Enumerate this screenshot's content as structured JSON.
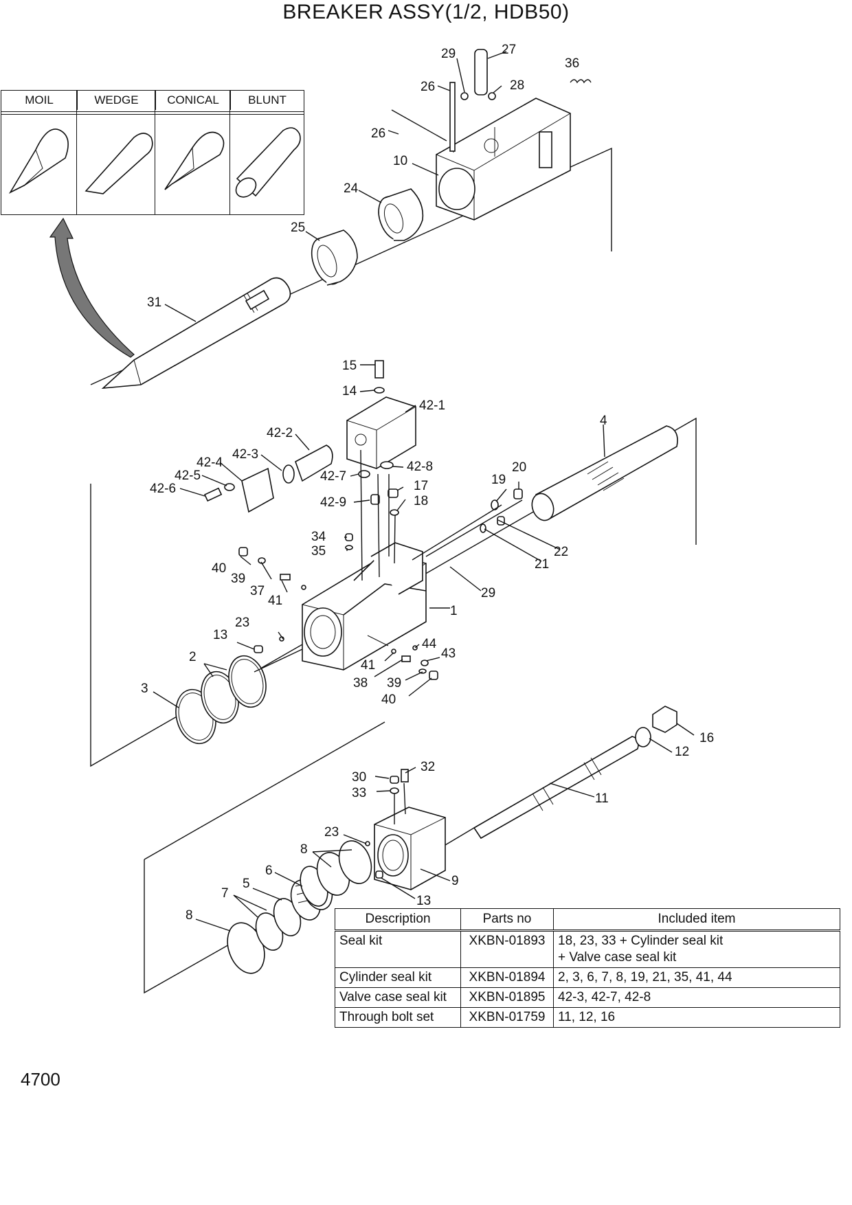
{
  "title": "BREAKER ASSY(1/2, HDB50)",
  "page_number": "4700",
  "tool_tips": [
    "MOIL",
    "WEDGE",
    "CONICAL",
    "BLUNT"
  ],
  "callouts": {
    "c29a": "29",
    "c27": "27",
    "c36": "36",
    "c26a": "26",
    "c28": "28",
    "c26b": "26",
    "c10": "10",
    "c24": "24",
    "c25": "25",
    "c31": "31",
    "c15": "15",
    "c14": "14",
    "c42_1": "42-1",
    "c42_2": "42-2",
    "c42_3": "42-3",
    "c42_4": "42-4",
    "c42_5": "42-5",
    "c42_6": "42-6",
    "c42_7": "42-7",
    "c42_8": "42-8",
    "c42_9": "42-9",
    "c17": "17",
    "c18": "18",
    "c19": "19",
    "c20": "20",
    "c4": "4",
    "c34": "34",
    "c35": "35",
    "c40a": "40",
    "c39a": "39",
    "c37": "37",
    "c41a": "41",
    "c22": "22",
    "c21": "21",
    "c29b": "29",
    "c1": "1",
    "c23a": "23",
    "c13a": "13",
    "c2": "2",
    "c3": "3",
    "c44": "44",
    "c43": "43",
    "c41b": "41",
    "c38": "38",
    "c39b": "39",
    "c40b": "40",
    "c16": "16",
    "c12": "12",
    "c11": "11",
    "c30": "30",
    "c32": "32",
    "c33": "33",
    "c23b": "23",
    "c8a": "8",
    "c6": "6",
    "c5": "5",
    "c7": "7",
    "c8b": "8",
    "c9": "9",
    "c13b": "13"
  },
  "kit_table": {
    "headers": [
      "Description",
      "Parts no",
      "Included item"
    ],
    "rows": [
      {
        "description": "Seal kit",
        "parts_no": "XKBN-01893",
        "included": "18, 23, 33 + Cylinder seal kit",
        "included2": "+ Valve case seal kit"
      },
      {
        "description": "Cylinder seal kit",
        "parts_no": "XKBN-01894",
        "included": "2, 3, 6, 7, 8, 19, 21, 35, 41, 44"
      },
      {
        "description": "Valve case seal kit",
        "parts_no": "XKBN-01895",
        "included": "42-3, 42-7, 42-8"
      },
      {
        "description": "Through bolt set",
        "parts_no": "XKBN-01759",
        "included": "11, 12, 16"
      }
    ]
  }
}
